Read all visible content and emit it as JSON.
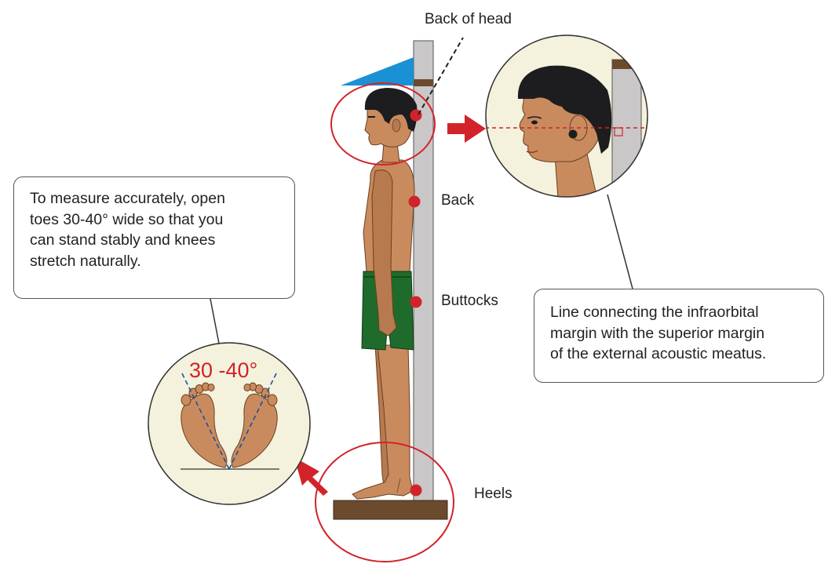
{
  "labels": {
    "back_of_head": "Back of head",
    "back": "Back",
    "buttocks": "Buttocks",
    "heels": "Heels"
  },
  "notes": {
    "stance": {
      "lines": [
        "To measure accurately, open",
        "toes 30-40° wide so that you",
        "can stand stably and knees",
        "stretch naturally."
      ]
    },
    "head_line": {
      "lines": [
        "Line connecting the infraorbital",
        "margin with the superior margin",
        "of the external acoustic meatus."
      ]
    }
  },
  "angle": {
    "text": "30 -40°"
  },
  "colors": {
    "accent_red": "#d2232a",
    "skin": "#c98b5e",
    "hair": "#1d1d1f",
    "shorts": "#1f6b2c",
    "stadiometer": "#c9c7c8",
    "base": "#6b4a2e",
    "headpiece": "#1a91d4",
    "inset_bg": "#f4f2dc"
  },
  "icons": [
    "arrow-right-icon",
    "arrow-down-left-icon"
  ]
}
